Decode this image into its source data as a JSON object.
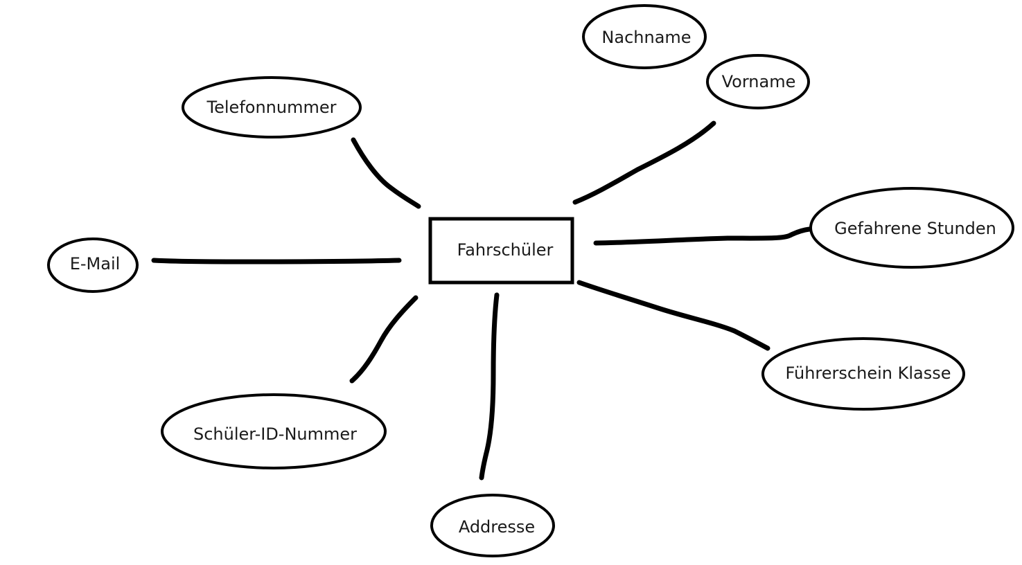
{
  "entity": {
    "name": "Fahrschüler"
  },
  "attributes": {
    "nachname": "Nachname",
    "vorname": "Vorname",
    "telefonnummer": "Telefonnummer",
    "gefahrene_stunden": "Gefahrene Stunden",
    "email": "E-Mail",
    "fuehrerschein_klasse": "Führerschein Klasse",
    "schueler_id_nummer": "Schüler-ID-Nummer",
    "addresse": "Addresse"
  }
}
